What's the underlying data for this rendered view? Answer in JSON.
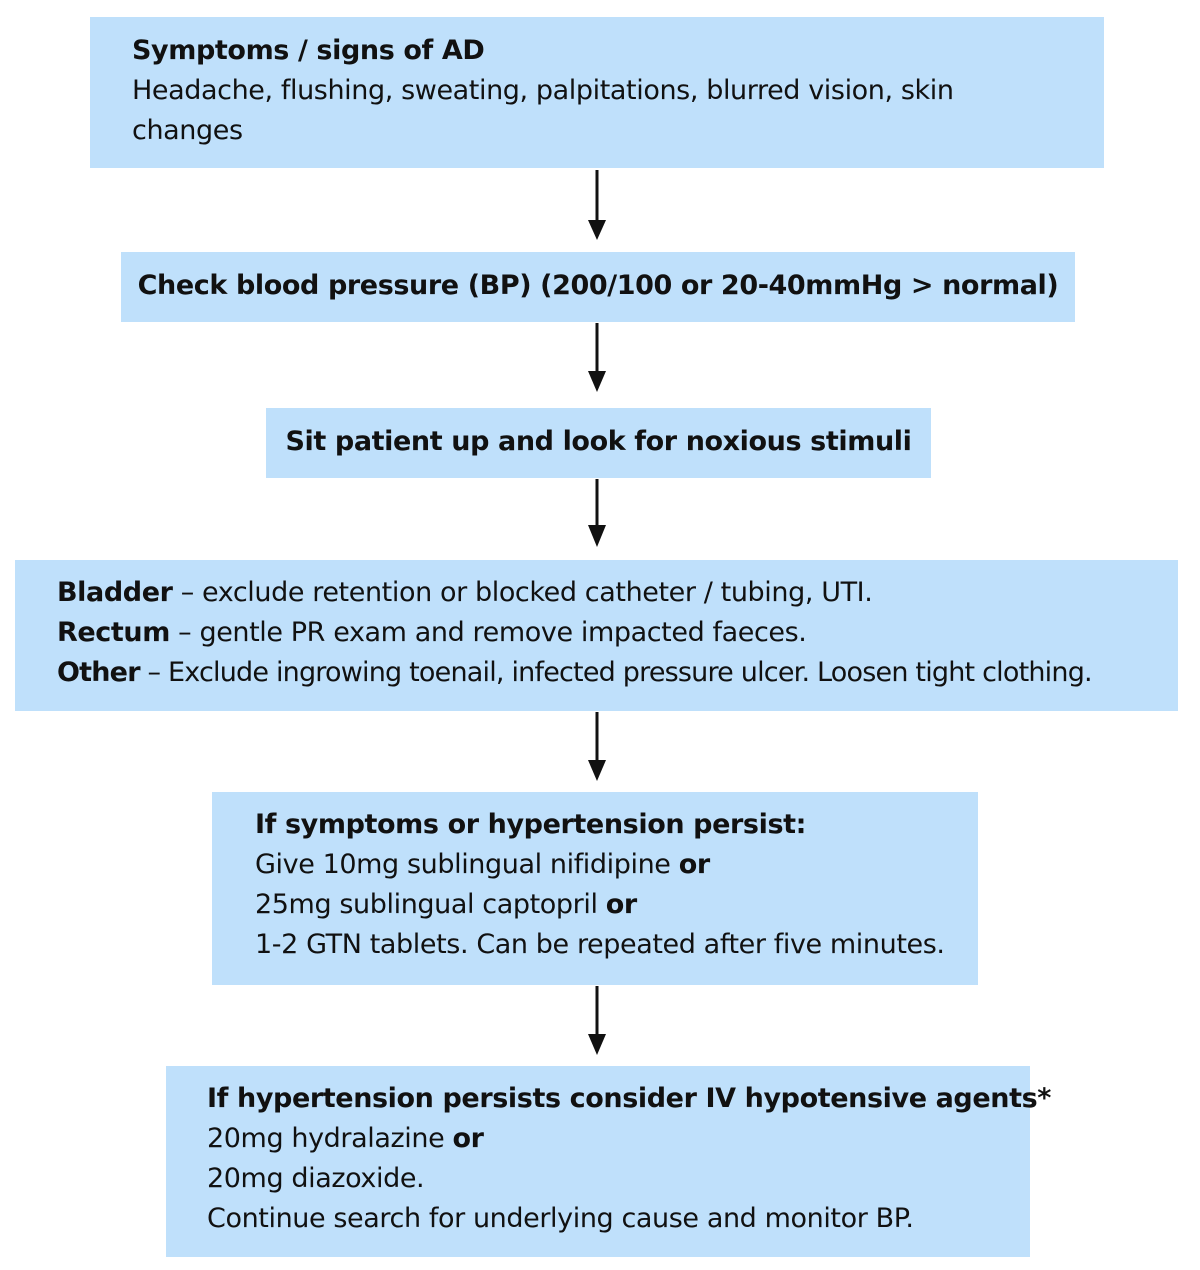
{
  "box1": {
    "title": "Symptoms / signs of AD",
    "body": "Headache, flushing, sweating, palpitations, blurred vision, skin changes"
  },
  "box2": {
    "text": "Check blood pressure (BP) (200/100 or 20-40mmHg > normal)"
  },
  "box3": {
    "text": "Sit patient up and look for noxious stimuli"
  },
  "box4": {
    "rows": [
      {
        "label": "Bladder",
        "text": " – exclude retention or blocked catheter / tubing, UTI."
      },
      {
        "label": "Rectum",
        "text": " – gentle PR exam and remove impacted faeces."
      },
      {
        "label": "Other",
        "text": " – Exclude ingrowing toenail, infected pressure ulcer. Loosen tight clothing."
      }
    ]
  },
  "box5": {
    "title": "If symptoms or hypertension persist:",
    "line1": "Give 10mg sublingual nifidipine ",
    "line1_or": "or",
    "line2": "25mg sublingual captopril ",
    "line2_or": "or",
    "line3": "1-2 GTN tablets. Can be repeated after five minutes."
  },
  "box6": {
    "title": "If hypertension persists consider IV hypotensive agents*",
    "line1": "20mg hydralazine ",
    "line1_or": "or",
    "line2": "20mg diazoxide.",
    "line3": "Continue search for underlying cause and monitor BP."
  },
  "colors": {
    "box_fill": "#bfe0fb",
    "arrow": "#111111"
  }
}
